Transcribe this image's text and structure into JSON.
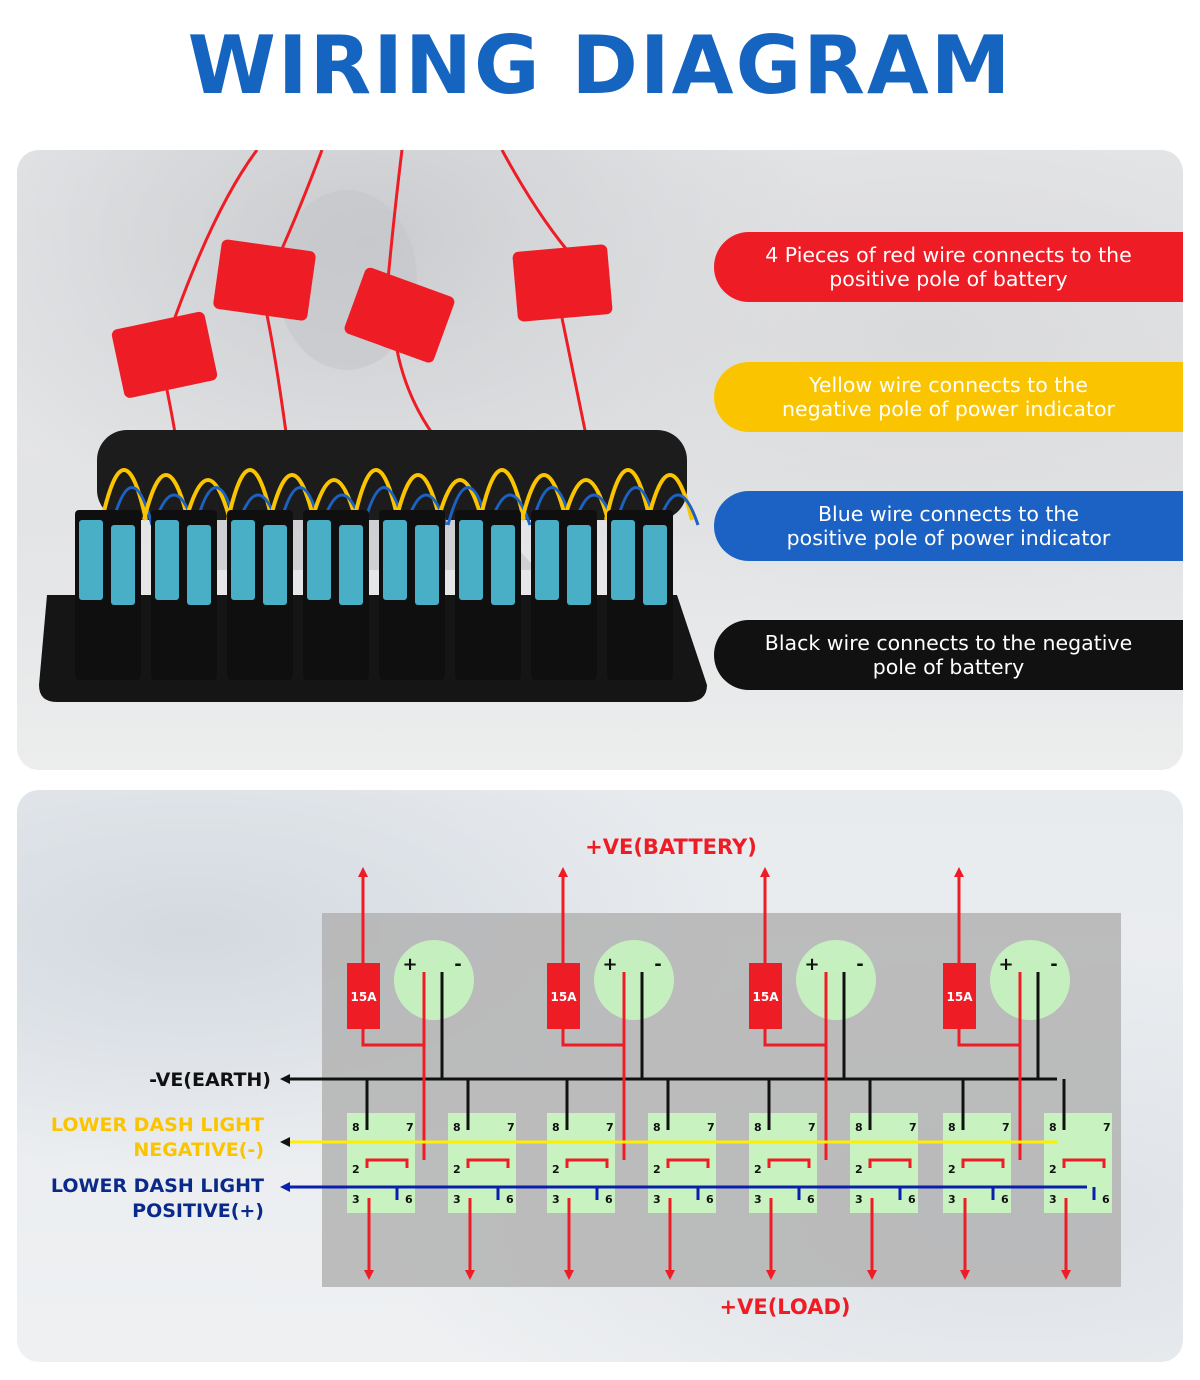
{
  "title": "WIRING DIAGRAM",
  "colors": {
    "title": "#1565c0",
    "red": "#ee1c25",
    "yellow": "#fbc400",
    "blue": "#1b62c4",
    "black": "#111111",
    "switch_green": "#c8f5c0",
    "schematic_blue": "#0a1fae"
  },
  "callouts": [
    {
      "lines": [
        "4 Pieces of red wire connects to the",
        "positive pole of battery"
      ],
      "color": "#ee1c25",
      "text_color": "#ffffff"
    },
    {
      "lines": [
        "Yellow wire connects to the",
        "negative pole of power indicator"
      ],
      "color": "#fbc400",
      "text_color": "#ffffff"
    },
    {
      "lines": [
        "Blue wire connects to the",
        "positive pole of power indicator"
      ],
      "color": "#1b62c4",
      "text_color": "#ffffff"
    },
    {
      "lines": [
        "Black wire connects to the negative",
        "pole of battery"
      ],
      "color": "#111111",
      "text_color": "#ffffff"
    }
  ],
  "schematic": {
    "battery_label": "+VE(BATTERY)",
    "load_label": "+VE(LOAD)",
    "earth_label": "-VE(EARTH)",
    "lower_neg_label": [
      "LOWER DASH LIGHT",
      "NEGATIVE(-)"
    ],
    "lower_pos_label": [
      "LOWER DASH LIGHT",
      "POSITIVE(+)"
    ],
    "fuse_label": "15A",
    "indicator_plus": "+",
    "indicator_minus": "-",
    "pin_labels": {
      "p8": "8",
      "p7": "7",
      "p2": "2",
      "p3": "3",
      "p6": "6"
    },
    "units": 4,
    "switches_per_unit": 2
  }
}
